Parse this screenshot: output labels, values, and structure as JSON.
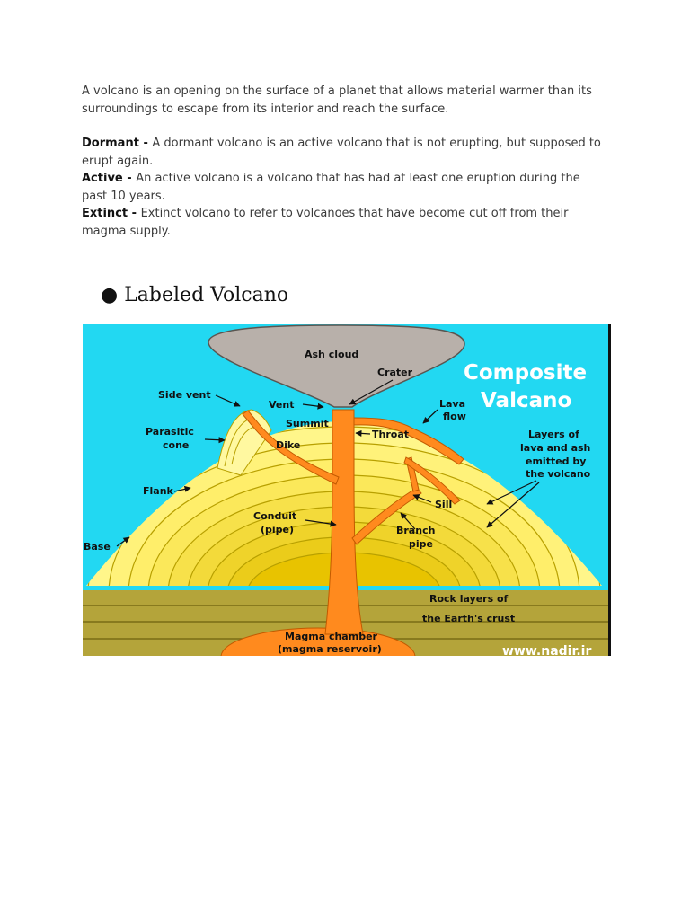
{
  "intro": "A volcano is an opening on the surface of a planet that allows material warmer than its surroundings to escape from its interior and reach the surface.",
  "definitions": [
    {
      "term": "Dormant - ",
      "text": "A dormant volcano is an active volcano that is not erupting, but supposed to erupt again."
    },
    {
      "term": "Active - ",
      "text": "An active volcano is a volcano that has had at least one eruption during the past 10 years."
    },
    {
      "term": "Extinct - ",
      "text": "Extinct volcano to refer to volcanoes that have become cut off from their magma supply."
    }
  ],
  "heading": "● Labeled Volcano",
  "diagram": {
    "title_line1": "Composite",
    "title_line2": "Valcano",
    "watermark": "www.nadir.ir",
    "colors": {
      "sky": "#22d8f2",
      "ash": "#b8b0aa",
      "magma": "#ff8a1e",
      "layer_light": "#fff68a",
      "layer_dark": "#e8c300",
      "crust": "#b4a43a"
    },
    "labels": {
      "ash_cloud": "Ash cloud",
      "crater": "Crater",
      "side_vent": "Side vent",
      "vent": "Vent",
      "summit": "Summit",
      "lava": "Lava",
      "flow": "flow",
      "parasitic": "Parasitic",
      "cone": "cone",
      "throat": "Throat",
      "dike": "Dike",
      "layers1": "Layers of",
      "layers2": "lava and ash",
      "layers3": "emitted by",
      "layers4": "the volcano",
      "flank": "Flank",
      "sill": "Sill",
      "conduit": "Conduit",
      "pipe": "(pipe)",
      "branch": "Branch",
      "branch_pipe": "pipe",
      "base": "Base",
      "rock1": "Rock layers of",
      "rock2": "the Earth's crust",
      "magma1": "Magma chamber",
      "magma2": "(magma reservoir)"
    }
  }
}
